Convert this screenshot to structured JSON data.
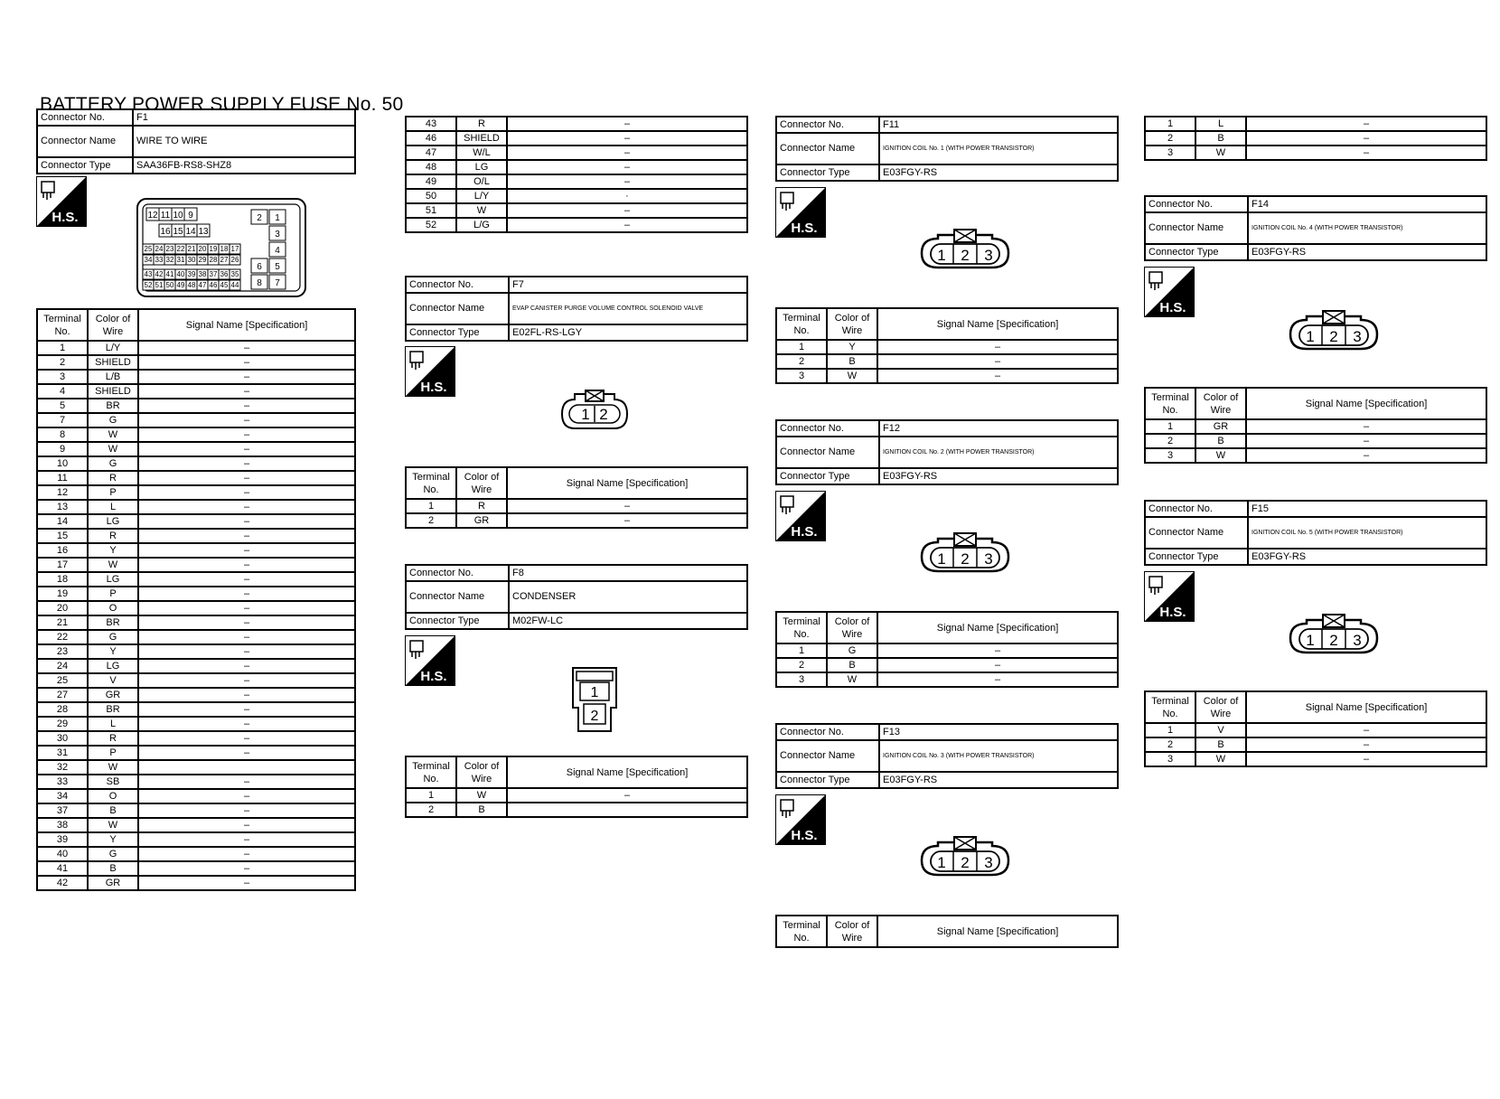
{
  "page_title": "BATTERY POWER SUPPLY FUSE No. 50",
  "labels": {
    "connector_no": "Connector No.",
    "connector_name": "Connector Name",
    "connector_type": "Connector Type",
    "terminal_no": "Terminal No.",
    "color_of_wire": "Color of Wire",
    "signal_name": "Signal Name [Specification]",
    "hs": "H.S."
  },
  "F1": {
    "no": "F1",
    "name": "WIRE TO WIRE",
    "type": "SAA36FB-RS8-SHZ8",
    "pin_rows": [
      [
        "12",
        "11",
        "10",
        "9"
      ],
      [
        "16",
        "15",
        "14",
        "13"
      ],
      [
        "25",
        "24",
        "23",
        "22",
        "21",
        "20",
        "19",
        "18",
        "17"
      ],
      [
        "34",
        "33",
        "32",
        "31",
        "30",
        "29",
        "28",
        "27",
        "26"
      ],
      [
        "43",
        "42",
        "41",
        "40",
        "39",
        "38",
        "37",
        "36",
        "35"
      ],
      [
        "52",
        "51",
        "50",
        "49",
        "48",
        "47",
        "46",
        "45",
        "44"
      ]
    ],
    "pin_right": [
      "2",
      "1",
      "3",
      "4",
      "6",
      "5",
      "8",
      "7"
    ],
    "rows": [
      [
        "1",
        "L/Y",
        "–"
      ],
      [
        "2",
        "SHIELD",
        "–"
      ],
      [
        "3",
        "L/B",
        "–"
      ],
      [
        "4",
        "SHIELD",
        "–"
      ],
      [
        "5",
        "BR",
        "–"
      ],
      [
        "7",
        "G",
        "–"
      ],
      [
        "8",
        "W",
        "–"
      ],
      [
        "9",
        "W",
        "–"
      ],
      [
        "10",
        "G",
        "–"
      ],
      [
        "11",
        "R",
        "–"
      ],
      [
        "12",
        "P",
        "–"
      ],
      [
        "13",
        "L",
        "–"
      ],
      [
        "14",
        "LG",
        "–"
      ],
      [
        "15",
        "R",
        "–"
      ],
      [
        "16",
        "Y",
        "–"
      ],
      [
        "17",
        "W",
        "–"
      ],
      [
        "18",
        "LG",
        "–"
      ],
      [
        "19",
        "P",
        "–"
      ],
      [
        "20",
        "O",
        "–"
      ],
      [
        "21",
        "BR",
        "–"
      ],
      [
        "22",
        "G",
        "–"
      ],
      [
        "23",
        "Y",
        "–"
      ],
      [
        "24",
        "LG",
        "–"
      ],
      [
        "25",
        "V",
        "–"
      ],
      [
        "27",
        "GR",
        "–"
      ],
      [
        "28",
        "BR",
        "–"
      ],
      [
        "29",
        "L",
        "–"
      ],
      [
        "30",
        "R",
        "–"
      ],
      [
        "31",
        "P",
        "–"
      ],
      [
        "32",
        "W",
        ""
      ],
      [
        "33",
        "SB",
        "–"
      ],
      [
        "34",
        "O",
        "–"
      ],
      [
        "37",
        "B",
        "–"
      ],
      [
        "38",
        "W",
        "–"
      ],
      [
        "39",
        "Y",
        "–"
      ],
      [
        "40",
        "G",
        "–"
      ],
      [
        "41",
        "B",
        "–"
      ],
      [
        "42",
        "GR",
        "–"
      ]
    ],
    "rows_cont": [
      [
        "43",
        "R",
        "–"
      ],
      [
        "46",
        "SHIELD",
        "–"
      ],
      [
        "47",
        "W/L",
        "–"
      ],
      [
        "48",
        "LG",
        "–"
      ],
      [
        "49",
        "O/L",
        "–"
      ],
      [
        "50",
        "L/Y",
        "·"
      ],
      [
        "51",
        "W",
        "–"
      ],
      [
        "52",
        "L/G",
        "–"
      ]
    ]
  },
  "F7": {
    "no": "F7",
    "name": "EVAP CANISTER PURGE VOLUME CONTROL SOLENOID VALVE",
    "type": "E02FL-RS-LGY",
    "pins": [
      "1",
      "2"
    ],
    "rows": [
      [
        "1",
        "R",
        "–"
      ],
      [
        "2",
        "GR",
        "–"
      ]
    ]
  },
  "F8": {
    "no": "F8",
    "name": "CONDENSER",
    "type": "M02FW-LC",
    "pins": [
      "1",
      "2"
    ],
    "rows": [
      [
        "1",
        "W",
        "–"
      ],
      [
        "2",
        "B",
        ""
      ]
    ]
  },
  "F11": {
    "no": "F11",
    "name": "IGNITION COIL No. 1 (WITH POWER TRANSISTOR)",
    "type": "E03FGY-RS",
    "pins": [
      "1",
      "2",
      "3"
    ],
    "rows": [
      [
        "1",
        "Y",
        "–"
      ],
      [
        "2",
        "B",
        "–"
      ],
      [
        "3",
        "W",
        "–"
      ]
    ]
  },
  "F12": {
    "no": "F12",
    "name": "IGNITION COIL No. 2 (WITH POWER TRANSISTOR)",
    "type": "E03FGY-RS",
    "pins": [
      "1",
      "2",
      "3"
    ],
    "rows": [
      [
        "1",
        "G",
        "–"
      ],
      [
        "2",
        "B",
        "–"
      ],
      [
        "3",
        "W",
        "–"
      ]
    ]
  },
  "F13": {
    "no": "F13",
    "name": "IGNITION COIL No. 3 (WITH POWER TRANSISTOR)",
    "type": "E03FGY-RS",
    "pins": [
      "1",
      "2",
      "3"
    ],
    "rows_cont": [
      [
        "1",
        "L",
        "–"
      ],
      [
        "2",
        "B",
        "–"
      ],
      [
        "3",
        "W",
        "–"
      ]
    ]
  },
  "F14": {
    "no": "F14",
    "name": "IGNITION COIL No. 4 (WITH POWER TRANSISTOR)",
    "type": "E03FGY-RS",
    "pins": [
      "1",
      "2",
      "3"
    ],
    "rows": [
      [
        "1",
        "GR",
        "–"
      ],
      [
        "2",
        "B",
        "–"
      ],
      [
        "3",
        "W",
        "–"
      ]
    ]
  },
  "F15": {
    "no": "F15",
    "name": "IGNITION COIL No. 5 (WITH POWER TRANSISTOR)",
    "type": "E03FGY-RS",
    "pins": [
      "1",
      "2",
      "3"
    ],
    "rows": [
      [
        "1",
        "V",
        "–"
      ],
      [
        "2",
        "B",
        "–"
      ],
      [
        "3",
        "W",
        "–"
      ]
    ]
  }
}
